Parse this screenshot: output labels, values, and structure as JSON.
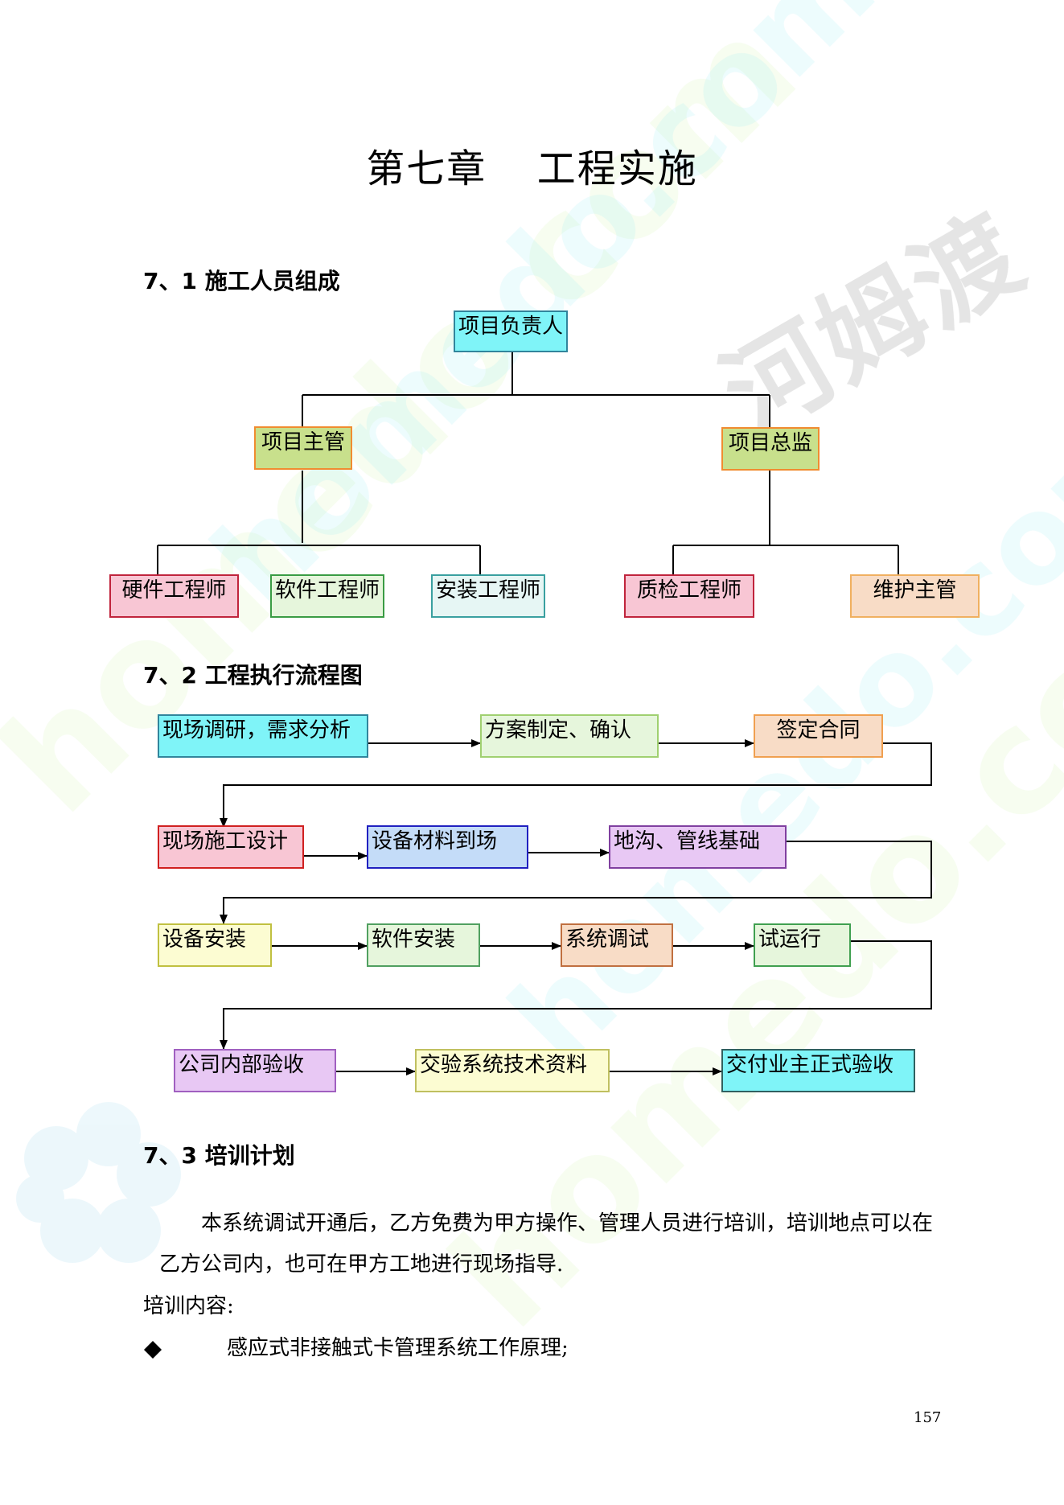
{
  "chapter_title": [
    "第七章",
    "工程实施"
  ],
  "section_1_heading": "7、1 施工人员组成",
  "org_chart": {
    "root": "项目负责人",
    "level2": [
      "项目主管",
      "项目总监"
    ],
    "level3": [
      "硬件工程师",
      "软件工程师",
      "安装工程师",
      "质检工程师",
      "维护主管"
    ]
  },
  "section_2_heading": "7、2 工程执行流程图",
  "flow": {
    "row1": [
      "现场调研，需求分析",
      "方案制定、确认",
      "签定合同"
    ],
    "row2": [
      "现场施工设计",
      "设备材料到场",
      "地沟、管线基础"
    ],
    "row3": [
      "设备安装",
      "软件安装",
      "系统调试",
      "试运行"
    ],
    "row4": [
      "公司内部验收",
      "交验系统技术资料",
      "交付业主正式验收"
    ]
  },
  "section_3_heading": "7、3 培训计划",
  "training": {
    "paragraph_line1": "本系统调试开通后，乙方免费为甲方操作、管理人员进行培训，培训地点可以在",
    "paragraph_line2": "乙方公司内，也可在甲方工地进行现场指导.",
    "content_label": "培训内容:",
    "bullet_item": "感应式非接触式卡管理系统工作原理;"
  },
  "page_number": "157",
  "colors": {
    "cyan": "#7ff4f8",
    "green_yellow": "#c8e08c",
    "pink": "#f8c6d4",
    "light_green": "#e6f6dc",
    "light_cyan": "#e6f6f4",
    "peach": "#f8dcc6",
    "light_blue": "#c4dcf8",
    "lavender": "#e8c8f4",
    "light_yellow": "#fcfcd2"
  },
  "bullet_icon": "diamond-icon"
}
